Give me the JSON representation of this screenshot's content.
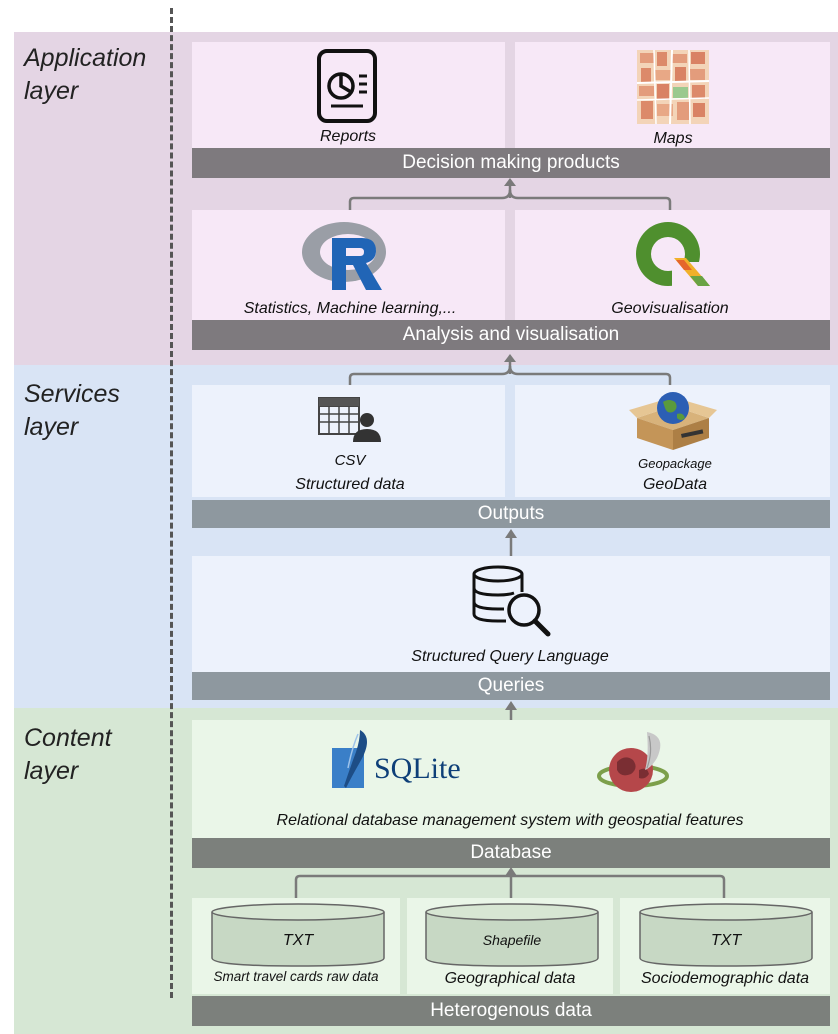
{
  "layers": {
    "application": {
      "line1": "Application",
      "line2": "layer"
    },
    "services": {
      "line1": "Services",
      "line2": "layer"
    },
    "content": {
      "line1": "Content",
      "line2": "layer"
    }
  },
  "application": {
    "reports_label": "Reports",
    "maps_label": "Maps",
    "products_bar": "Decision making products",
    "stats_label": "Statistics, Machine learning,...",
    "geovis_label": "Geovisualisation",
    "analysis_bar": "Analysis and visualisation"
  },
  "services": {
    "csv_label": "CSV",
    "structured_label": "Structured data",
    "geopackage_label": "Geopackage",
    "geodata_label": "GeoData",
    "outputs_bar": "Outputs",
    "sql_label": "Structured Query Language",
    "queries_bar": "Queries"
  },
  "content": {
    "sqlite_text": "SQLite",
    "rdbms_label": "Relational database management system with geospatial features",
    "database_bar": "Database",
    "sources": [
      {
        "format": "TXT",
        "label": "Smart travel cards raw data"
      },
      {
        "format": "Shapefile",
        "label": "Geographical data"
      },
      {
        "format": "TXT",
        "label": "Sociodemographic data"
      }
    ],
    "heterogenous_bar": "Heterogenous data"
  },
  "colors": {
    "application_bg": "#e4d5e4",
    "application_panel": "#f7e8f7",
    "services_bg": "#d9e4f5",
    "services_panel": "#edf2fc",
    "content_bg": "#d6e7d4",
    "content_panel": "#eaf6e8"
  }
}
